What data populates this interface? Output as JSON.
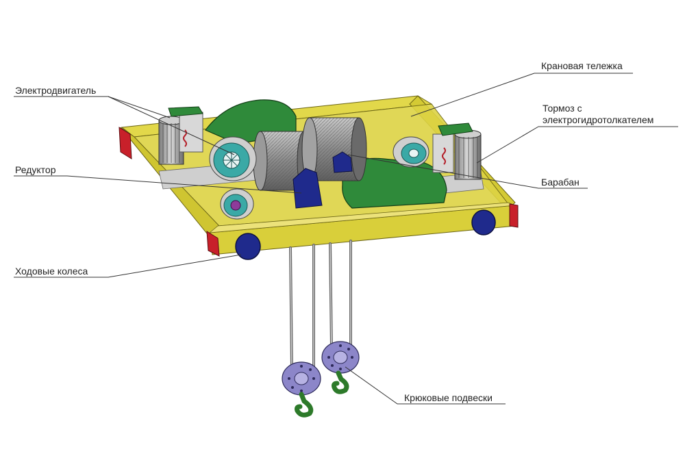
{
  "labels": {
    "trolley": "Крановая тележка",
    "motor": "Электродвигатель",
    "brake_line1": "Тормоз с",
    "brake_line2": "электрогидротолкателем",
    "reducer": "Редуктор",
    "drum": "Барабан",
    "wheels": "Ходовые колеса",
    "hooks": "Крюковые подвески"
  },
  "colors": {
    "frame_yellow": "#d9cf3a",
    "frame_dark": "#a89e1f",
    "end_red": "#c8202a",
    "housing_green": "#2f8a3a",
    "motor_teal": "#3aa9a6",
    "bearing_blue": "#1f2a8c",
    "drum_grey": "#8c8c8c",
    "block_lavender": "#8c86c9",
    "hook_green": "#2d7a2a"
  }
}
